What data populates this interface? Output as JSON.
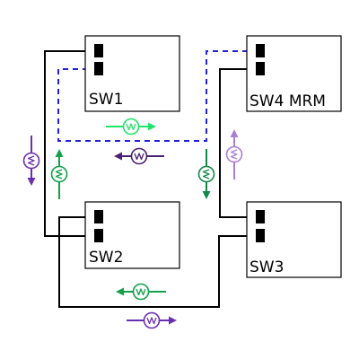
{
  "switches": [
    {
      "id": "sw1",
      "label": "SW1"
    },
    {
      "id": "sw2",
      "label": "SW2"
    },
    {
      "id": "sw3",
      "label": "SW3"
    },
    {
      "id": "sw4",
      "label": "SW4 MRM"
    }
  ],
  "colors": {
    "black": "#000000",
    "blue_dashed": "#1f22d9",
    "bright_green": "#22e36a",
    "green": "#12a04a",
    "dark_green": "#13884a",
    "purple": "#6a2fb0",
    "dark_purple": "#4b2070",
    "light_purple": "#a97fd8"
  },
  "indicators": [
    {
      "name": "frame-indicator-top-right",
      "orientation": "right",
      "color": "#22e36a",
      "icon": "w-circle-icon"
    },
    {
      "name": "frame-indicator-center-left",
      "orientation": "left",
      "color": "#4b2070",
      "icon": "w-circle-icon"
    },
    {
      "name": "frame-indicator-far-left-down",
      "orientation": "down",
      "color": "#6a2fb0",
      "icon": "w-circle-icon"
    },
    {
      "name": "frame-indicator-left-up",
      "orientation": "up",
      "color": "#12a04a",
      "icon": "w-circle-icon"
    },
    {
      "name": "frame-indicator-mid-down",
      "orientation": "down",
      "color": "#13884a",
      "icon": "w-circle-icon"
    },
    {
      "name": "frame-indicator-right-up",
      "orientation": "up",
      "color": "#a97fd8",
      "icon": "w-circle-icon"
    },
    {
      "name": "frame-indicator-bottom-left",
      "orientation": "left",
      "color": "#12a04a",
      "icon": "w-circle-icon"
    },
    {
      "name": "frame-indicator-bottom-right",
      "orientation": "right",
      "color": "#6a2fb0",
      "icon": "w-circle-icon"
    }
  ]
}
